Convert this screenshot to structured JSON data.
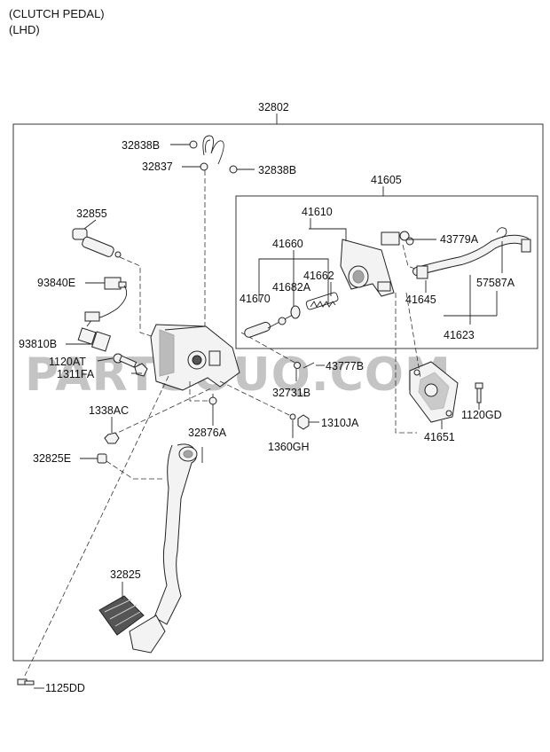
{
  "header": {
    "title": "(CLUTCH PEDAL)",
    "subtitle": "(LHD)"
  },
  "watermark": "PARTSOUQ.COM",
  "labels": {
    "p32802": "32802",
    "p32838B_a": "32838B",
    "p32837": "32837",
    "p32838B_b": "32838B",
    "p41605": "41605",
    "p41610": "41610",
    "p32855": "32855",
    "p41660": "41660",
    "p43779A": "43779A",
    "p41662": "41662",
    "p41682A": "41682A",
    "p93840E": "93840E",
    "p57587A": "57587A",
    "p41670": "41670",
    "p41645": "41645",
    "p41623": "41623",
    "p93810B": "93810B",
    "p1120AT": "1120AT",
    "p43777B": "43777B",
    "p1311FA": "1311FA",
    "p32731B": "32731B",
    "p1338AC": "1338AC",
    "p1310JA": "1310JA",
    "p1120GD": "1120GD",
    "p32876A": "32876A",
    "p41651": "41651",
    "p1360GH": "1360GH",
    "p32825E": "32825E",
    "p32825": "32825",
    "p1125DD": "1125DD"
  }
}
